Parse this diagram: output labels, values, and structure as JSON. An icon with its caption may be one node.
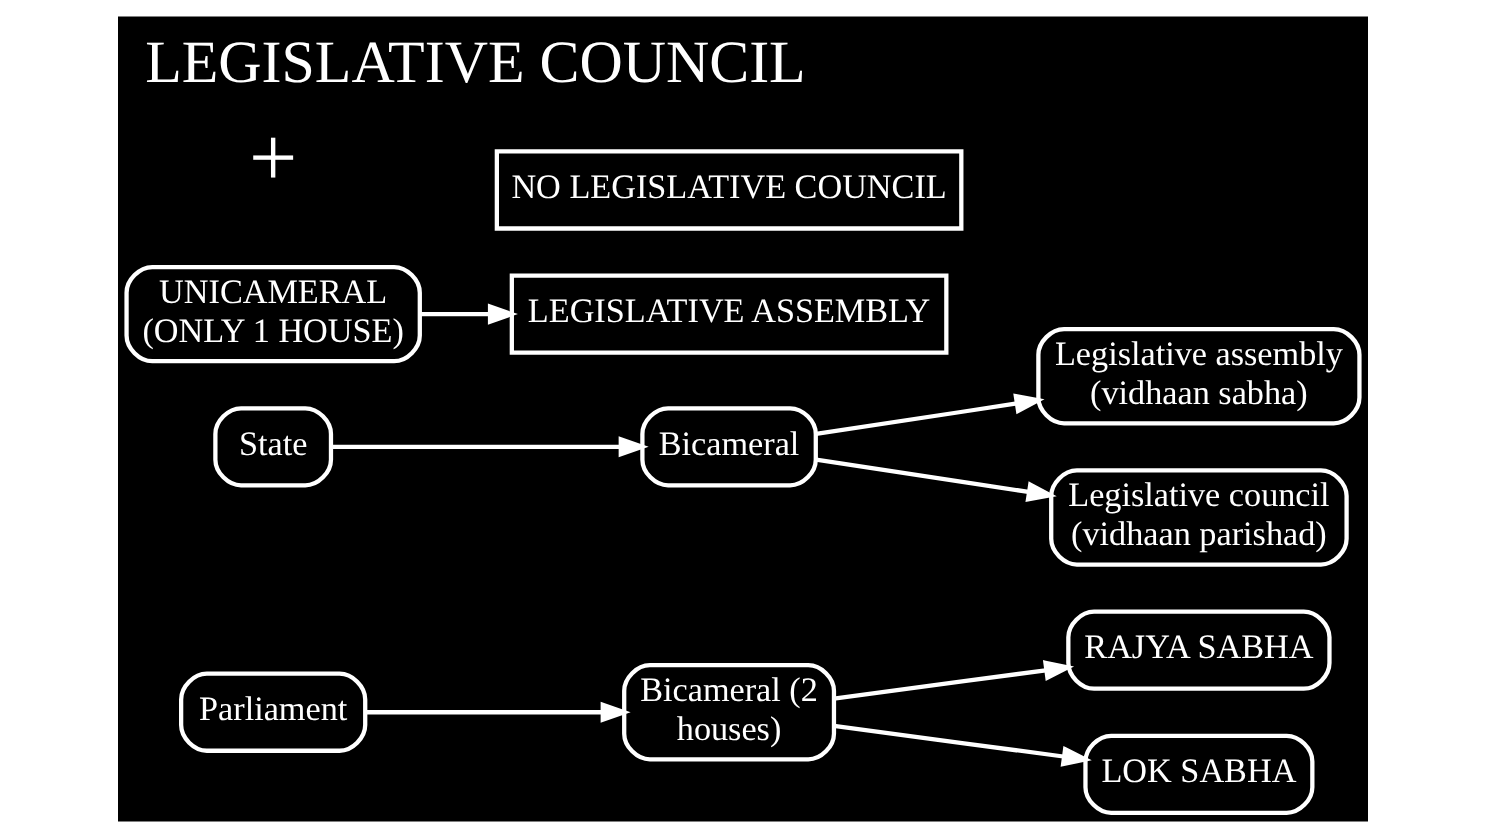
{
  "diagram": {
    "title": "LEGISLATIVE COUNCIL",
    "nodes": [
      {
        "text": [
          "Parliament"
        ]
      },
      {
        "text": [
          "Bicameral (2 houses)"
        ]
      },
      {
        "text": [
          "RAJYA SABHA"
        ]
      },
      {
        "text": [
          "LOK SABHA"
        ]
      },
      {
        "text": [
          "State"
        ]
      },
      {
        "text": [
          "Bicameral"
        ]
      },
      {
        "text": [
          "Legislative assembly (vidhaan sabha)"
        ]
      },
      {
        "text": [
          "Legislative council (vidhaan parishad)"
        ]
      },
      {
        "text": [
          "UNICAMERAL (ONLY 1 HOUSE)"
        ]
      },
      {
        "text": [
          "LEGISLATIVE ASSEMBLY"
        ]
      },
      {
        "text": [
          "NO LEGISLATIVE COUNCIL"
        ]
      }
    ],
    "edges": [
      {
        "from": 0,
        "to": 1,
        "arrow": "to"
      },
      {
        "from": 1,
        "to": 2,
        "arrow": "to"
      },
      {
        "from": 1,
        "to": 3,
        "arrow": "to"
      },
      {
        "from": 4,
        "to": 5,
        "arrow": "to"
      },
      {
        "from": 5,
        "to": 6,
        "arrow": "to"
      },
      {
        "from": 5,
        "to": 7,
        "arrow": "to"
      },
      {
        "from": 8,
        "to": 9,
        "arrow": "to"
      }
    ],
    "labels": [
      "+"
    ]
  }
}
